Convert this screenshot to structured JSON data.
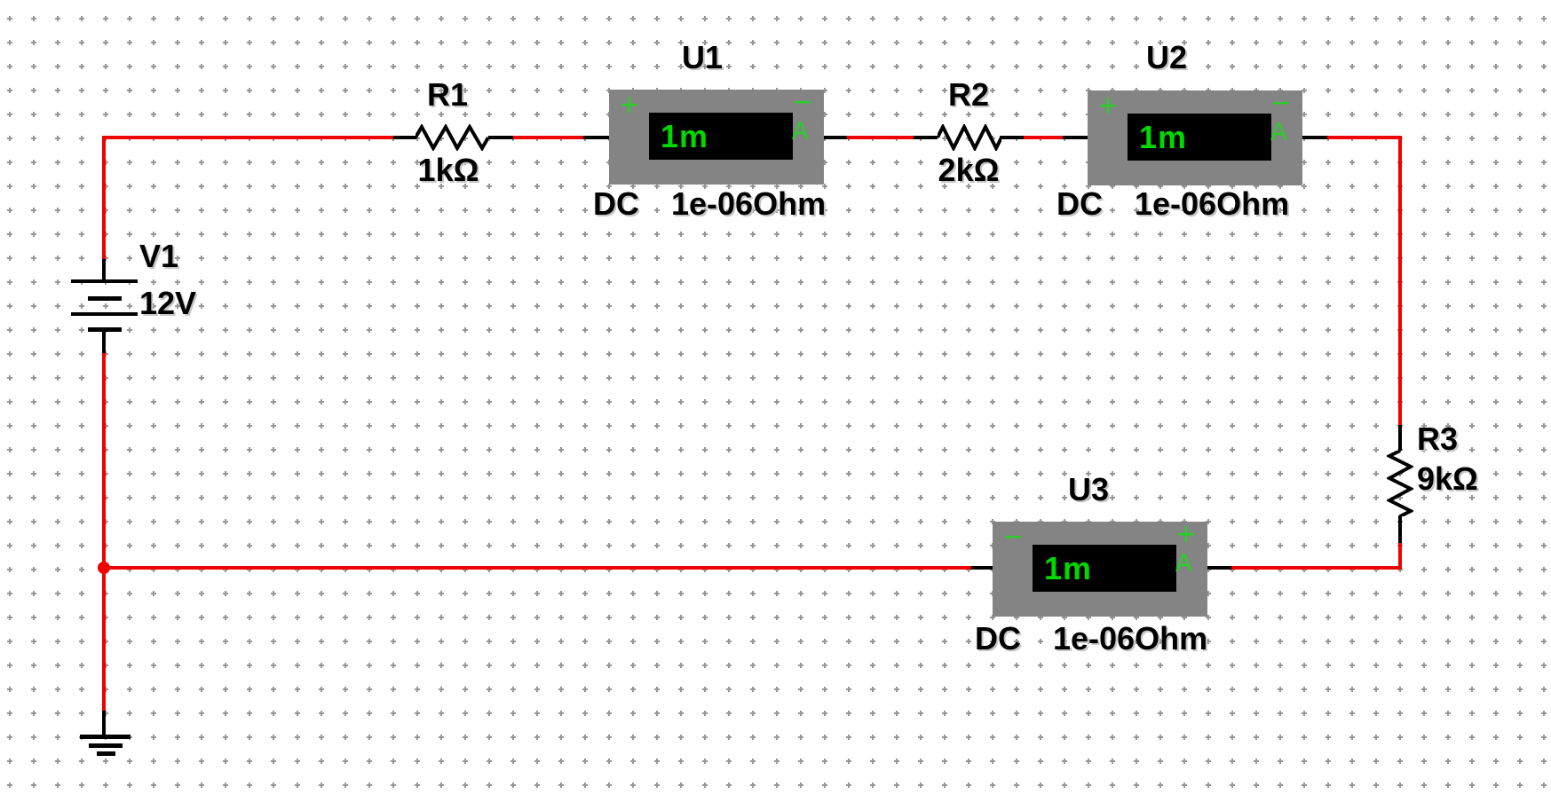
{
  "colors": {
    "bg-white": "#ffffff",
    "grid-gray": "#979797",
    "wire-red": "#f10000",
    "lead-black": "#000000",
    "meter-gray": "#848484",
    "display-black": "#000000",
    "meter-green": "#2bcc2b",
    "reading-green": "#00d800",
    "label-black": "#000000"
  },
  "source": {
    "ref": "V1",
    "value": "12V"
  },
  "resistors": [
    {
      "ref": "R1",
      "value": "1kΩ"
    },
    {
      "ref": "R2",
      "value": "2kΩ"
    },
    {
      "ref": "R3",
      "value": "9kΩ"
    }
  ],
  "ammeters": [
    {
      "ref": "U1",
      "reading": "1m",
      "mode": "DC",
      "internal_resistance": "1e-06Ohm",
      "unit": "A",
      "plus": "+",
      "minus": "−"
    },
    {
      "ref": "U2",
      "reading": "1m",
      "mode": "DC",
      "internal_resistance": "1e-06Ohm",
      "unit": "A",
      "plus": "+",
      "minus": "−"
    },
    {
      "ref": "U3",
      "reading": "1m",
      "mode": "DC",
      "internal_resistance": "1e-06Ohm",
      "unit": "A",
      "plus": "+",
      "minus": "−"
    }
  ]
}
